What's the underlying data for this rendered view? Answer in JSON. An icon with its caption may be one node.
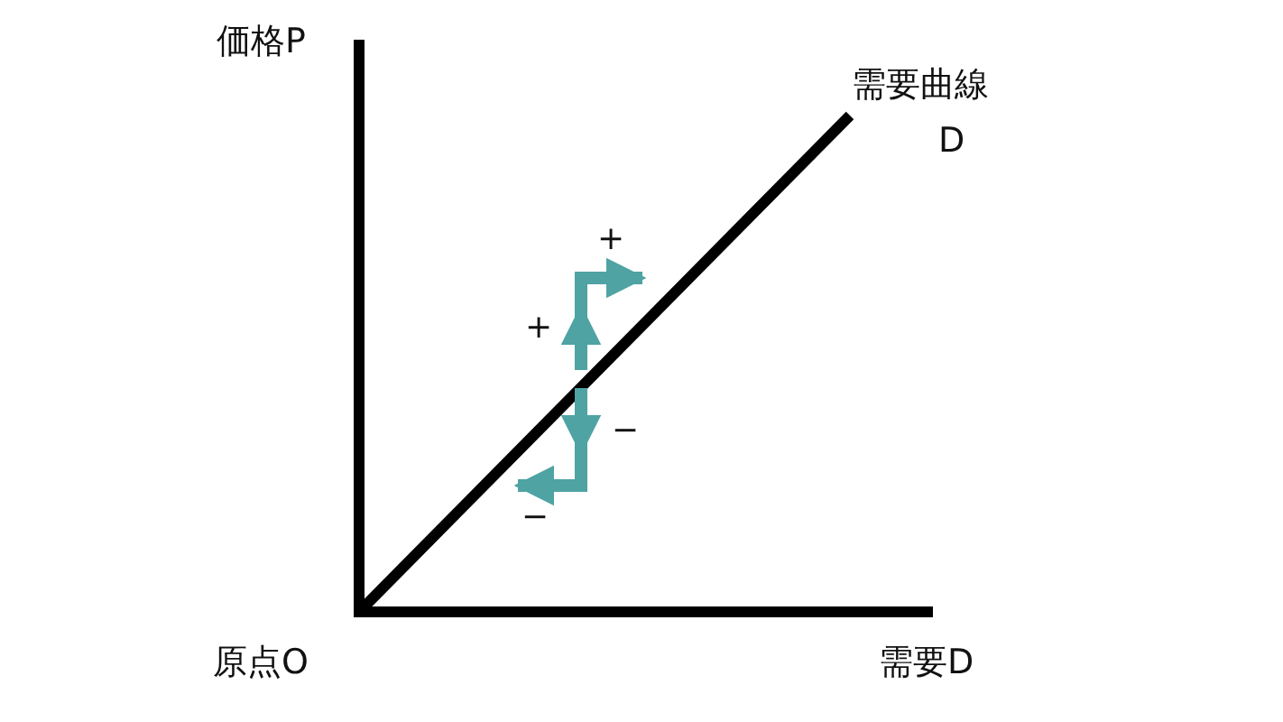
{
  "diagram": {
    "labels": [
      "価格P",
      "需要曲線",
      "D",
      "+",
      "+",
      "−",
      "−",
      "原点O",
      "需要D"
    ]
  }
}
